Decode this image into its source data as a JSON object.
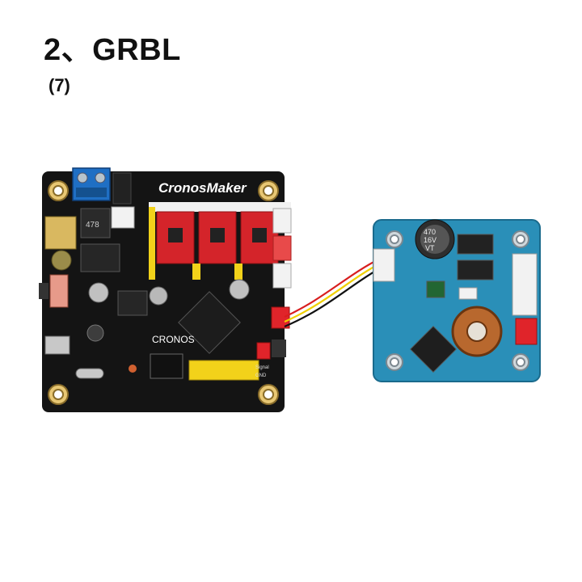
{
  "heading": {
    "title": "2、GRBL",
    "subtitle": "(7)"
  },
  "controller_board": {
    "brand_label": "CronosMaker",
    "logo_label": "CRONOS",
    "header_label_1": "Signal",
    "header_label_2": "GND"
  },
  "driver_board": {
    "capacitor_label_1": "470",
    "capacitor_label_2": "16V",
    "capacitor_label_3": "VT"
  },
  "colors": {
    "controller_pcb": "#141414",
    "driver_pcb": "#2a8fb8",
    "stepper_driver": "#d4242a",
    "terminal_block": "#1f6fc4",
    "header_yellow": "#f2d21a",
    "wire_red": "#d81e1e",
    "wire_yellow": "#f0d000",
    "wire_black": "#111111"
  }
}
